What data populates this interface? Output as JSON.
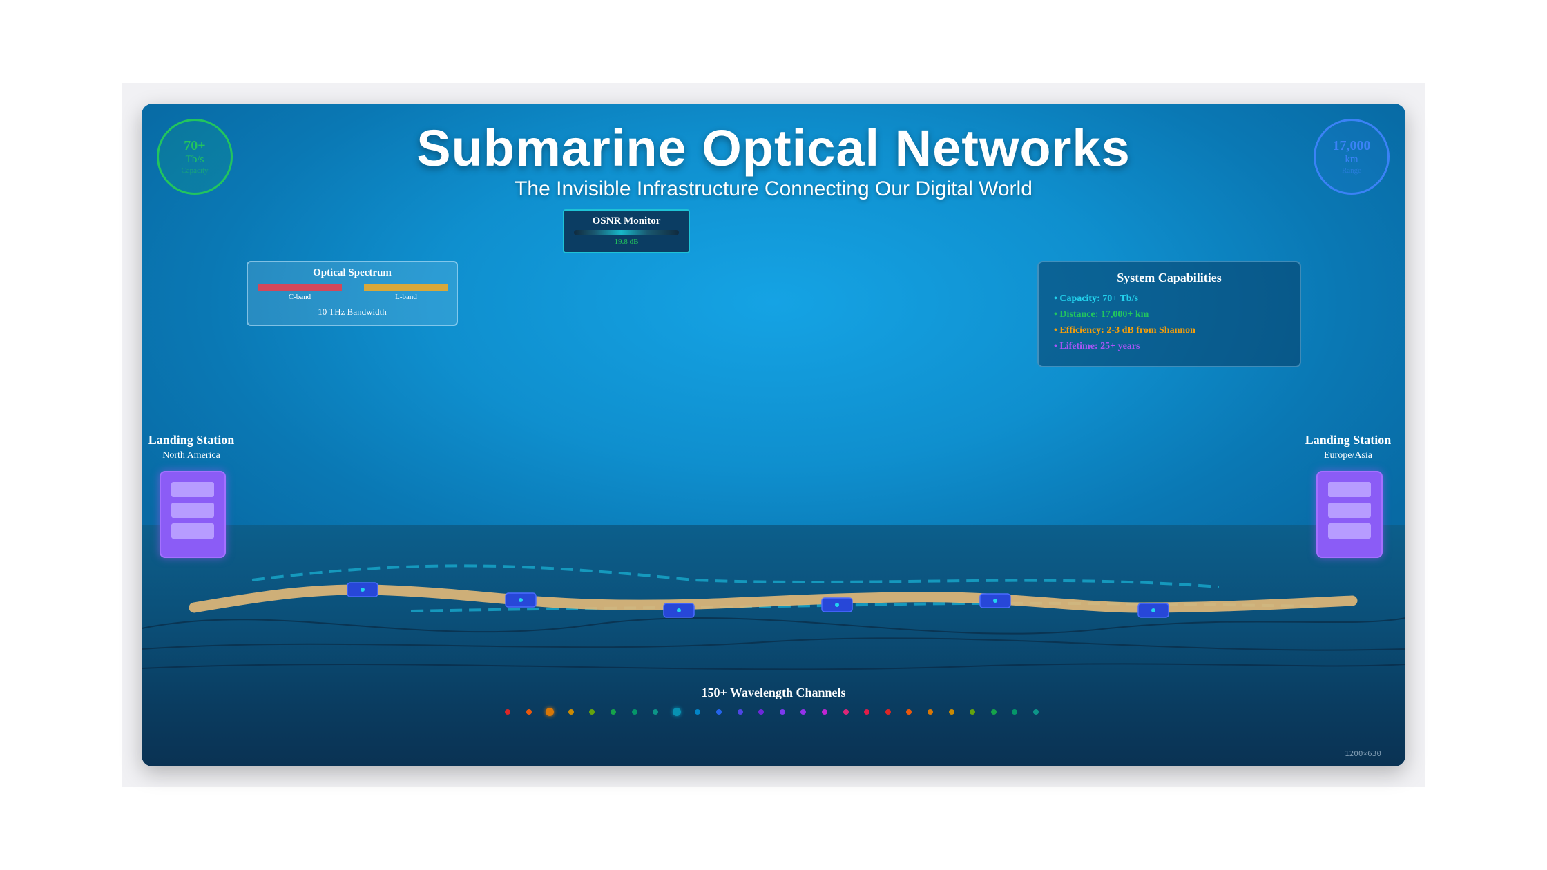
{
  "title": "Submarine Optical Networks",
  "subtitle": "The Invisible Infrastructure Connecting Our Digital World",
  "capacity_badge": {
    "value": "70+",
    "unit": "Tb/s",
    "label": "Capacity",
    "color": "#22c55e"
  },
  "range_badge": {
    "value": "17,000",
    "unit": "km",
    "label": "Range",
    "color": "#3b82f6"
  },
  "osnr_monitor": {
    "title": "OSNR Monitor",
    "value": "19.8 dB"
  },
  "optical_spectrum": {
    "title": "Optical Spectrum",
    "bands": [
      {
        "label": "C-band",
        "color": "#d2485b"
      },
      {
        "label": "L-band",
        "color": "#d8a83a"
      }
    ],
    "bandwidth": "10 THz Bandwidth"
  },
  "system_capabilities": {
    "title": "System Capabilities",
    "items": [
      {
        "text": "• Capacity: 70+ Tb/s",
        "color": "#22d3ee"
      },
      {
        "text": "• Distance: 17,000+ km",
        "color": "#22c55e"
      },
      {
        "text": "• Efficiency: 2-3 dB from Shannon",
        "color": "#f59e0b"
      },
      {
        "text": "• Lifetime: 25+ years",
        "color": "#a855f7"
      }
    ]
  },
  "stations": [
    {
      "name": "Landing Station",
      "region": "North America"
    },
    {
      "name": "Landing Station",
      "region": "Europe/Asia"
    }
  ],
  "channels": {
    "title": "150+ Wavelength Channels",
    "colors": [
      "#dc2626",
      "#ea580c",
      "#d97706",
      "#ca8a04",
      "#65a30d",
      "#16a34a",
      "#059669",
      "#0d9488",
      "#0891b2",
      "#0284c7",
      "#2563eb",
      "#4f46e5",
      "#6d28d9",
      "#7c3aed",
      "#9333ea",
      "#c026d3",
      "#db2777",
      "#e11d48",
      "#dc2626",
      "#ea580c",
      "#d97706",
      "#ca8a04",
      "#65a30d",
      "#16a34a",
      "#059669",
      "#0d9488"
    ]
  },
  "dimensions_label": "1200×630"
}
